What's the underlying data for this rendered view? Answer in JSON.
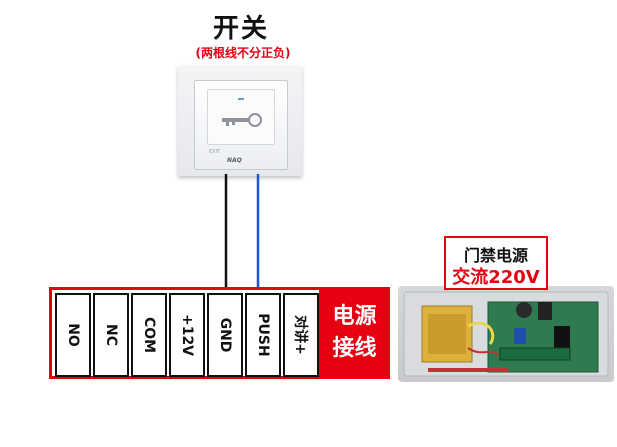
{
  "switch": {
    "title": "开关",
    "note": "(两根线不分正负)",
    "brand": "NAQ",
    "exit_label": "EXIT",
    "icon": "key-icon"
  },
  "terminals": [
    {
      "label": "NO"
    },
    {
      "label": "NC"
    },
    {
      "label": "COM"
    },
    {
      "label": "+12V"
    },
    {
      "label": "GND"
    },
    {
      "label": "PUSH"
    },
    {
      "label": "对讲+"
    }
  ],
  "power_label": {
    "line1": "电源",
    "line2": "接线"
  },
  "ac_label": {
    "line1": "门禁电源",
    "line2": "交流220V"
  },
  "colors": {
    "accent": "#e60012",
    "wire_black": "#111111",
    "wire_blue": "#1a56d6",
    "board_green": "#2f7a4f",
    "transformer_yellow": "#e0b13a"
  }
}
